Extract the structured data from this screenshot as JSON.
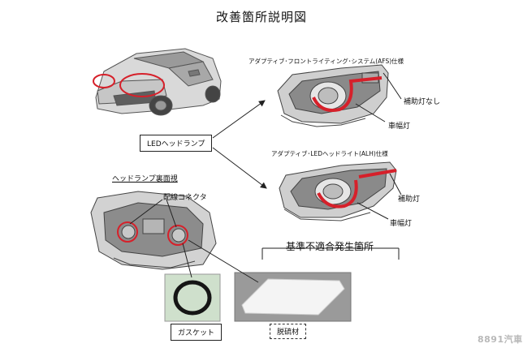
{
  "title": "改善箇所説明図",
  "labels": {
    "afs_spec": "アダプティブ･フロントライティング･システム(AFS)仕様",
    "no_aux_light": "補助灯なし",
    "width_light_1": "車幅灯",
    "led_headlamp": "LEDヘッドランプ",
    "aled_spec": "アダプティブ･LEDヘッドライト(ALH)仕様",
    "aux_light": "補助灯",
    "width_light_2": "車幅灯",
    "defect_location": "基準不適合発生箇所",
    "rear_view": "ヘッドランプ裏面視",
    "wiring_connector": "配線コネクタ",
    "gasket": "ガスケット",
    "desiccant": "脱硫材"
  },
  "watermark": "8891汽車",
  "colors": {
    "highlight_red": "#d6202a",
    "line": "#222222",
    "drawing_gray": "#6d6d6d"
  }
}
